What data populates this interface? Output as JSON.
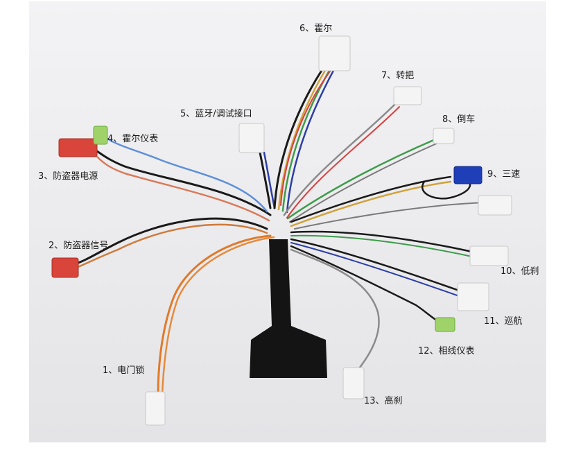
{
  "labels": {
    "l1": "1、电门锁",
    "l2": "2、防盗器信号",
    "l3": "3、防盗器电源",
    "l4": "4、霍尔仪表",
    "l5": "5、蓝牙/调试接口",
    "l6": "6、霍尔",
    "l7": "7、转把",
    "l8": "8、倒车",
    "l9": "9、三速",
    "l10": "10、低刹",
    "l11": "11、巡航",
    "l12": "12、相线仪表",
    "l13": "13、高刹"
  },
  "colors": {
    "background": "#e9e9ec",
    "wrap": "#141414",
    "orange_wire": "#e07a2a",
    "red_connector": "#d9453a",
    "blue_connector": "#1f3fb8",
    "white_connector": "#f4f4f4",
    "green_terminal": "#9fd36a"
  }
}
